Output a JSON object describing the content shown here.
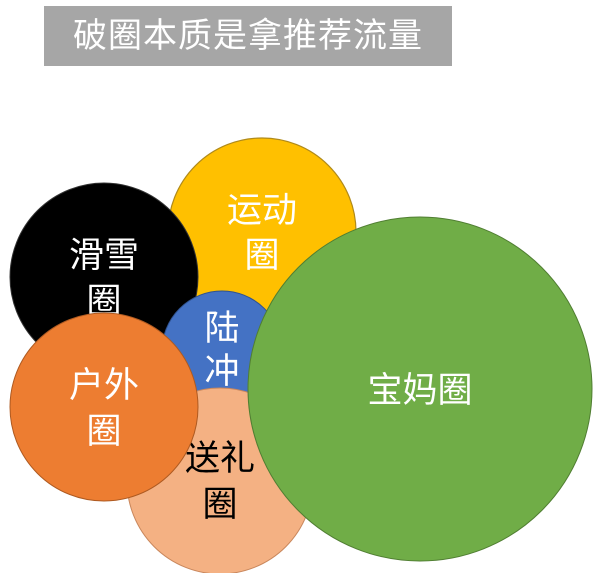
{
  "title": "破圈本质是拿推荐流量",
  "colors": {
    "title_bg": "#a6a6a6",
    "yellow": "#ffc000",
    "black": "#000000",
    "blue": "#4472c4",
    "green": "#70ad47",
    "orange": "#ed7d31",
    "peach": "#f4b183"
  },
  "circles": {
    "sports": {
      "line1": "运动",
      "line2": "圈"
    },
    "ski": {
      "line1": "滑雪",
      "line2": "圈"
    },
    "outdoor": {
      "line1": "户外",
      "line2": "圈"
    },
    "blue": {
      "line1": "陆",
      "line2": "冲"
    },
    "gift": {
      "line1": "送礼",
      "line2": "圈"
    },
    "mom": {
      "line1": "宝妈圈"
    }
  }
}
